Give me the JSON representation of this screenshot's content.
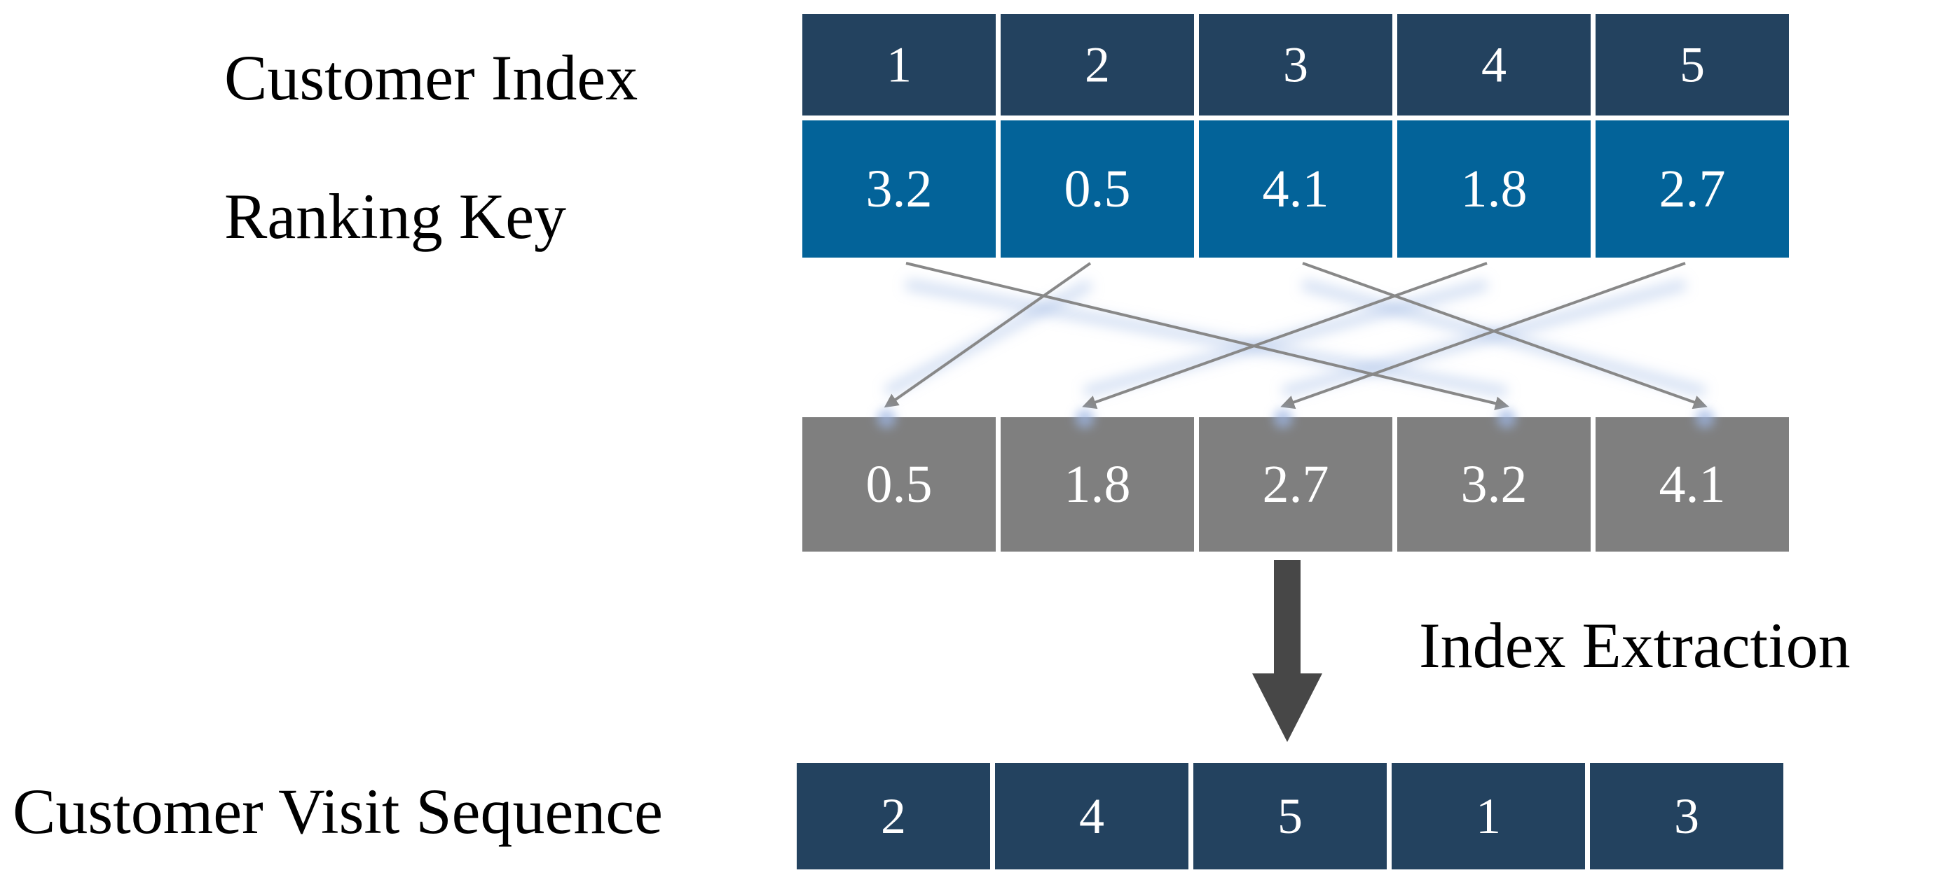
{
  "labels": {
    "customer_index": "Customer Index",
    "ranking_key": "Ranking Key",
    "index_extraction": "Index Extraction",
    "visit_sequence": "Customer Visit Sequence"
  },
  "rows": {
    "customer_index": [
      "1",
      "2",
      "3",
      "4",
      "5"
    ],
    "ranking_key": [
      "3.2",
      "0.5",
      "4.1",
      "1.8",
      "2.7"
    ],
    "sorted_keys": [
      "0.5",
      "1.8",
      "2.7",
      "3.2",
      "4.1"
    ],
    "visit_sequence": [
      "2",
      "4",
      "5",
      "1",
      "3"
    ]
  },
  "mapping": [
    3,
    0,
    4,
    1,
    2
  ],
  "colors": {
    "dark_navy": "#23425F",
    "medium_blue": "#036399",
    "gray": "#7F7F7F",
    "arrow_gray": "#888888",
    "glow_blue": "#9EB7E4",
    "big_arrow": "#474747"
  }
}
